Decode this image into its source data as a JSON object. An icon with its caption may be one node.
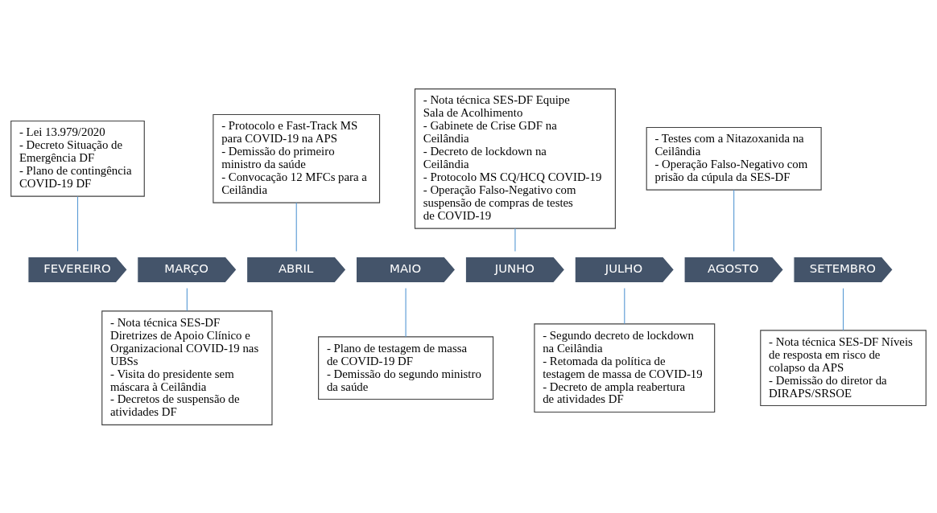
{
  "diagram": {
    "nodes": [
      {
        "text": [
          "FEVEREIRO"
        ]
      },
      {
        "text": [
          "MARÇO"
        ]
      },
      {
        "text": [
          "ABRIL"
        ]
      },
      {
        "text": [
          "MAIO"
        ]
      },
      {
        "text": [
          "JUNHO"
        ]
      },
      {
        "text": [
          "JULHO"
        ]
      },
      {
        "text": [
          "AGOSTO"
        ]
      },
      {
        "text": [
          "SETEMBRO"
        ]
      },
      {
        "text": [
          "- Lei 13.979/2020",
          "- Decreto Situação de Emergência DF",
          "- Plano de contingência COVID-19 DF"
        ]
      },
      {
        "text": [
          "- Protocolo e Fast-Track MS para COVID-19 na APS",
          "- Demissão do primeiro ministro da saúde",
          "- Convocação 12 MFCs para a Ceilândia"
        ]
      },
      {
        "text": [
          "- Nota técnica SES-DF Equipe Sala de Acolhimento",
          "- Gabinete de Crise GDF na Ceilândia",
          "- Decreto de lockdown na Ceilândia",
          "- Protocolo MS CQ/HCQ COVID-19",
          "- Operação Falso-Negativo com suspensão de compras de testes de COVID-19"
        ]
      },
      {
        "text": [
          "- Testes com a Nitazoxanida na Ceilândia",
          "- Operação Falso-Negativo com prisão da cúpula da SES-DF"
        ]
      },
      {
        "text": [
          "- Nota técnica SES-DF Diretrizes de Apoio Clínico e Organizacional COVID-19 nas UBSs",
          "- Visita do presidente sem máscara à Ceilândia",
          "- Decretos de suspensão de atividades DF"
        ]
      },
      {
        "text": [
          "- Plano de testagem de massa de COVID-19 DF",
          "- Demissão do segundo ministro da saúde"
        ]
      },
      {
        "text": [
          "- Segundo decreto de lockdown na Ceilândia",
          "- Retomada da política de testagem de massa de COVID-19",
          "- Decreto de ampla reabertura de atividades DF"
        ]
      },
      {
        "text": [
          "- Nota técnica SES-DF Níveis de resposta em risco de colapso da APS",
          "- Demissão do diretor da DIRAPS/SRSOE"
        ]
      }
    ],
    "edges": [
      {
        "from": 8,
        "to": 0,
        "arrow": "none"
      },
      {
        "from": 9,
        "to": 2,
        "arrow": "none"
      },
      {
        "from": 10,
        "to": 4,
        "arrow": "none"
      },
      {
        "from": 11,
        "to": 6,
        "arrow": "none"
      },
      {
        "from": 1,
        "to": 12,
        "arrow": "none"
      },
      {
        "from": 3,
        "to": 13,
        "arrow": "none"
      },
      {
        "from": 5,
        "to": 14,
        "arrow": "none"
      },
      {
        "from": 7,
        "to": 15,
        "arrow": "none"
      }
    ]
  }
}
